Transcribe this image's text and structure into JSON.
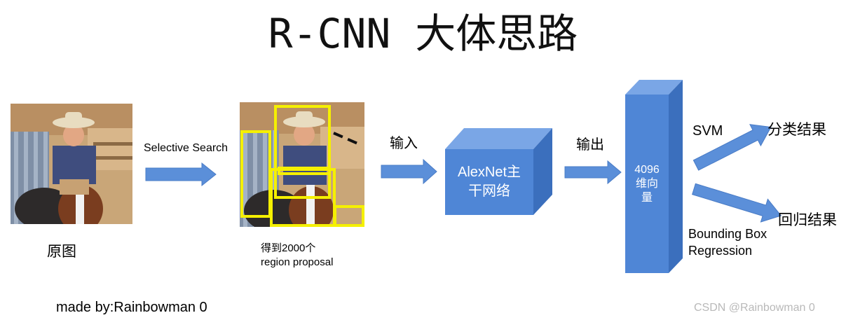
{
  "title": "R-CNN 大体思路",
  "steps": {
    "selective_search": "Selective Search",
    "input": "输入",
    "output": "输出",
    "svm": "SVM"
  },
  "original_image_label": "原图",
  "proposal_label": {
    "line1": "得到2000个",
    "line2": "region proposal"
  },
  "network_label": {
    "line1": "AlexNet主",
    "line2": "干网络"
  },
  "feature_vector_label": {
    "line1": "4096",
    "line2": "维向",
    "line3": "量"
  },
  "results": {
    "classification": "分类结果",
    "regression": "回归结果"
  },
  "bbox_regression_label": {
    "line1": "Bounding Box",
    "line2": "Regression"
  },
  "author_note": "made by:Rainbowman 0",
  "watermark": "CSDN @Rainbowman 0",
  "colors": {
    "arrow": "#5b8fd9",
    "block_front": "#4f86d6",
    "block_top": "#7aa6e6",
    "block_side": "#3b6fbd",
    "proposal_box": "#f5f000"
  }
}
